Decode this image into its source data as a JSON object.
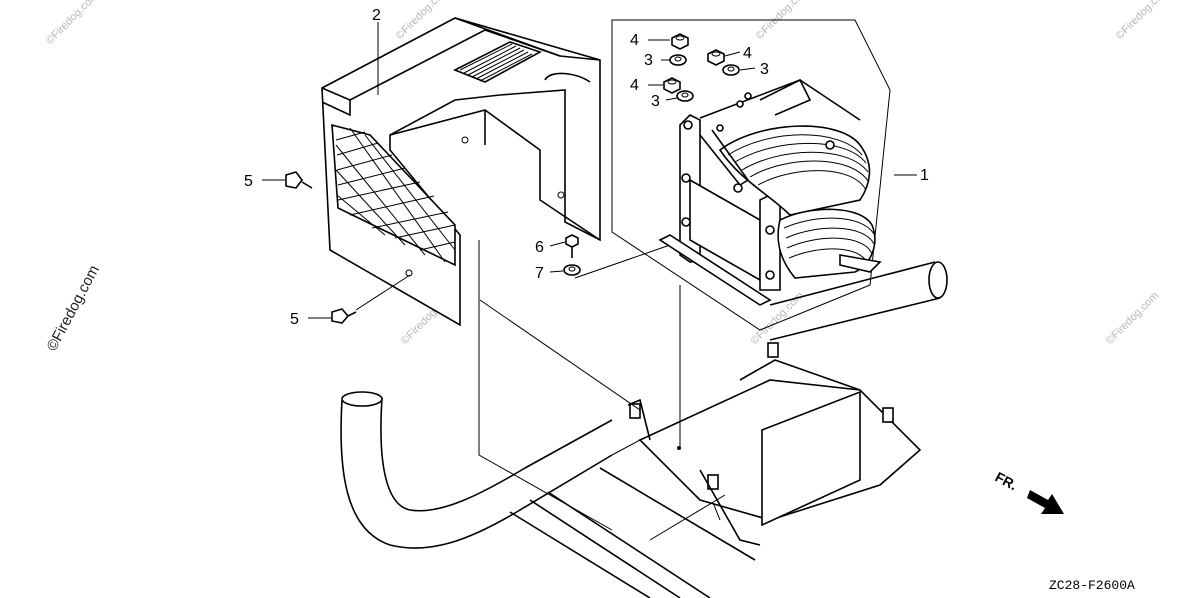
{
  "diagram": {
    "drawing_code": "ZC28-F2600A",
    "direction_label": "FR.",
    "callouts": {
      "c1": "1",
      "c2": "2",
      "c3a": "3",
      "c3b": "3",
      "c3c": "3",
      "c4a": "4",
      "c4b": "4",
      "c4c": "4",
      "c5a": "5",
      "c5b": "5",
      "c6": "6",
      "c7": "7"
    },
    "watermarks": {
      "main": "©Firedog.com",
      "faint": "©Firedog.com"
    }
  }
}
